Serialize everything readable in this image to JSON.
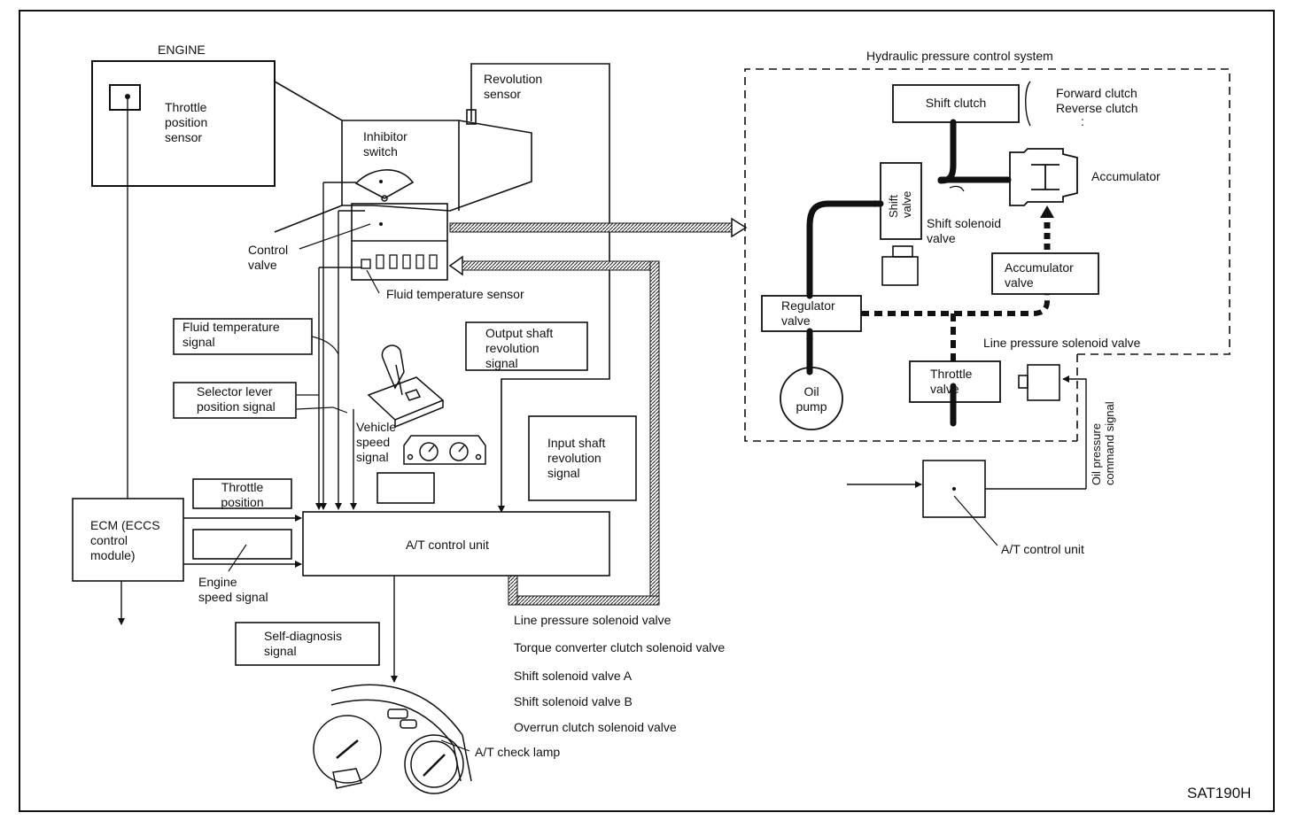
{
  "labels": {
    "engine": "ENGINE",
    "throttle_position_sensor": [
      "Throttle",
      "position",
      "sensor"
    ],
    "inhibitor_switch": [
      "Inhibitor",
      "switch"
    ],
    "revolution_sensor": [
      "Revolution",
      "sensor"
    ],
    "control_valve": [
      "Control",
      "valve"
    ],
    "fluid_temperature_sensor": "Fluid temperature sensor",
    "fluid_temperature_signal": [
      "Fluid temperature",
      "signal"
    ],
    "selector_lever_position_signal": [
      "Selector lever",
      "position signal"
    ],
    "vehicle_speed_signal": [
      "Vehicle",
      "speed",
      "signal"
    ],
    "output_shaft_revolution_signal": [
      "Output shaft",
      "revolution",
      "signal"
    ],
    "input_shaft_revolution_signal": [
      "Input shaft",
      "revolution",
      "signal"
    ],
    "throttle_position": [
      "Throttle",
      "position"
    ],
    "ecm": [
      "ECM (ECCS",
      "control",
      "module)"
    ],
    "at_control_unit_main": "A/T control unit",
    "engine_speed_signal": [
      "Engine",
      "speed signal"
    ],
    "self_diagnosis_signal": [
      "Self-diagnosis",
      "signal"
    ],
    "at_check_lamp": "A/T check lamp",
    "solenoid_list": [
      "Line pressure solenoid valve",
      "Torque converter clutch solenoid valve",
      "Shift solenoid valve A",
      "Shift solenoid valve B",
      "Overrun clutch solenoid valve"
    ],
    "hydraulic_system_title": "Hydraulic pressure control system",
    "shift_clutch": "Shift clutch",
    "clutch_list": [
      "Forward clutch",
      "Reverse clutch",
      ":"
    ],
    "accumulator": "Accumulator",
    "shift_valve": [
      "Shift",
      "valve"
    ],
    "shift_solenoid_valve": [
      "Shift solenoid",
      "valve"
    ],
    "accumulator_valve": [
      "Accumulator",
      "valve"
    ],
    "regulator_valve": [
      "Regulator",
      "valve"
    ],
    "line_pressure_solenoid_valve": "Line pressure solenoid valve",
    "oil_pump": [
      "Oil",
      "pump"
    ],
    "throttle_valve": [
      "Throttle",
      "valve"
    ],
    "oil_pressure_command_signal": [
      "Oil pressure",
      "command signal"
    ],
    "at_control_unit_right": "A/T control unit",
    "figure_code": "SAT190H"
  }
}
